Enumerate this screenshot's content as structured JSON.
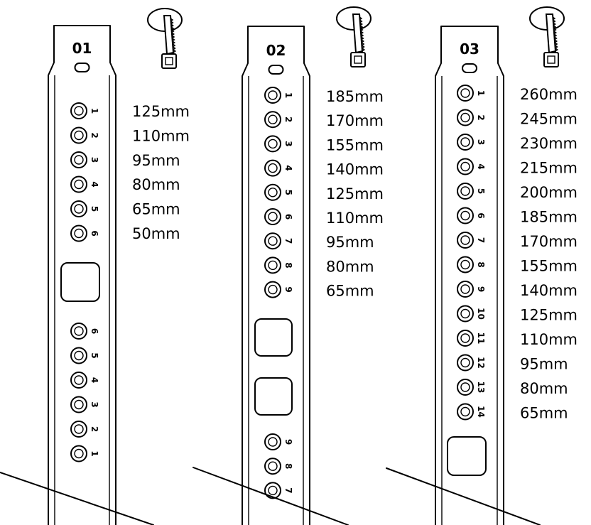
{
  "strips": [
    {
      "id": "01",
      "holes_top": [
        "1",
        "2",
        "3",
        "4",
        "5",
        "6"
      ],
      "holes_bottom": [
        "6",
        "5",
        "4",
        "3",
        "2",
        "1"
      ],
      "measurements": [
        "125mm",
        "110mm",
        "95mm",
        "80mm",
        "65mm",
        "50mm"
      ]
    },
    {
      "id": "02",
      "holes_top": [
        "1",
        "2",
        "3",
        "4",
        "5",
        "6",
        "7",
        "8",
        "9"
      ],
      "holes_bottom": [
        "9",
        "8",
        "7"
      ],
      "measurements": [
        "185mm",
        "170mm",
        "155mm",
        "140mm",
        "125mm",
        "110mm",
        "95mm",
        "80mm",
        "65mm"
      ]
    },
    {
      "id": "03",
      "holes_top": [
        "1",
        "2",
        "3",
        "4",
        "5",
        "6",
        "7",
        "8",
        "9",
        "10",
        "11",
        "12",
        "13",
        "14"
      ],
      "holes_bottom": [],
      "measurements": [
        "260mm",
        "245mm",
        "230mm",
        "215mm",
        "200mm",
        "185mm",
        "170mm",
        "155mm",
        "140mm",
        "125mm",
        "110mm",
        "95mm",
        "80mm",
        "65mm"
      ]
    }
  ]
}
